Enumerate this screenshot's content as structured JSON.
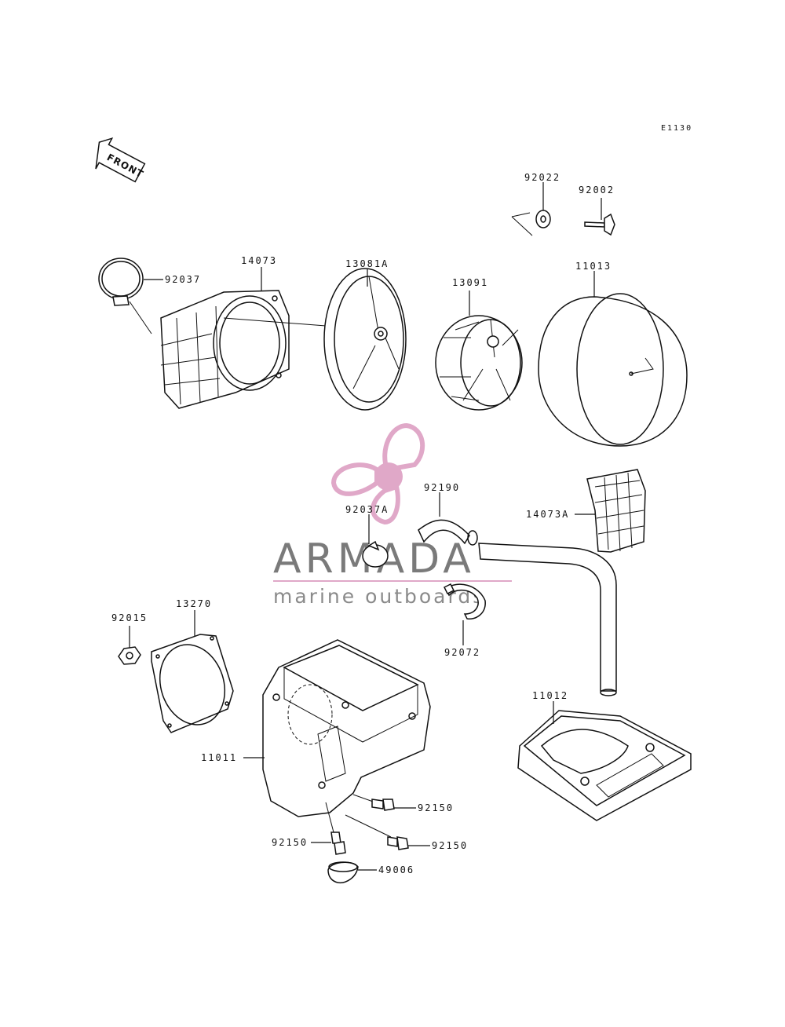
{
  "diagram_code": "E1130",
  "front_arrow_text": "FRONT",
  "watermark": {
    "brand": "ARMADA",
    "tagline": "marine outboards",
    "logo_color": "#e0a8c8"
  },
  "parts": {
    "p92022": "92022",
    "p92002": "92002",
    "p92037": "92037",
    "p14073": "14073",
    "p13081A": "13081A",
    "p13091": "13091",
    "p11013": "11013",
    "p92190": "92190",
    "p92037A": "92037A",
    "p14073A": "14073A",
    "p92015": "92015",
    "p13270": "13270",
    "p92072": "92072",
    "p11012": "11012",
    "p11011": "11011",
    "p92150a": "92150",
    "p92150b": "92150",
    "p92150c": "92150",
    "p49006": "49006"
  }
}
